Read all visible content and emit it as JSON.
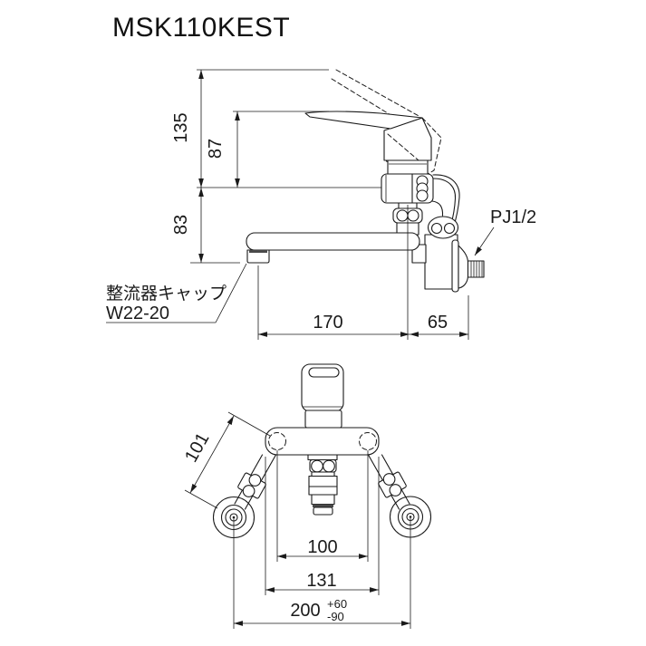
{
  "title": "MSK110KEST",
  "colors": {
    "line": "#1a1a1a",
    "background": "#ffffff",
    "dark_band": "#4a4a4a"
  },
  "side_view": {
    "dims": {
      "total_height": "135",
      "handle_height": "87",
      "spout_drop": "83",
      "spout_reach": "170",
      "wall_offset": "65"
    },
    "labels": {
      "connection": "PJ1/2",
      "aerator_line1": "整流器キャップ",
      "aerator_line2": "W22-20"
    }
  },
  "front_view": {
    "dims": {
      "leg_length": "101",
      "swivel_span": "100",
      "body_width": "131",
      "install_pitch": "200",
      "pitch_tol_plus": "+60",
      "pitch_tol_minus": "-90"
    }
  }
}
